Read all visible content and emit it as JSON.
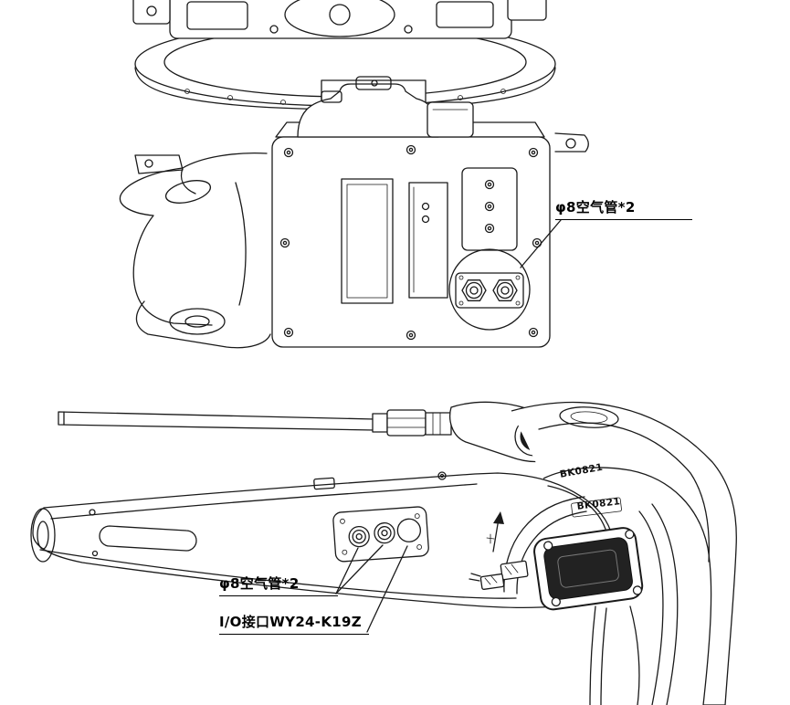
{
  "colors": {
    "line": "#1a1a1a",
    "background": "#ffffff",
    "dark_fill": "#222222"
  },
  "top_view": {
    "description_name": "wrist-junction-box-view",
    "callouts": [
      {
        "label": "φ8空气管*2"
      }
    ]
  },
  "bottom_view": {
    "description_name": "arm-side-view",
    "callouts": [
      {
        "label": "φ8空气管*2"
      },
      {
        "label": "I/O接口WY24-K19Z"
      }
    ],
    "part_markings": [
      {
        "text": "BK0821"
      },
      {
        "text": "BK0821"
      }
    ]
  }
}
